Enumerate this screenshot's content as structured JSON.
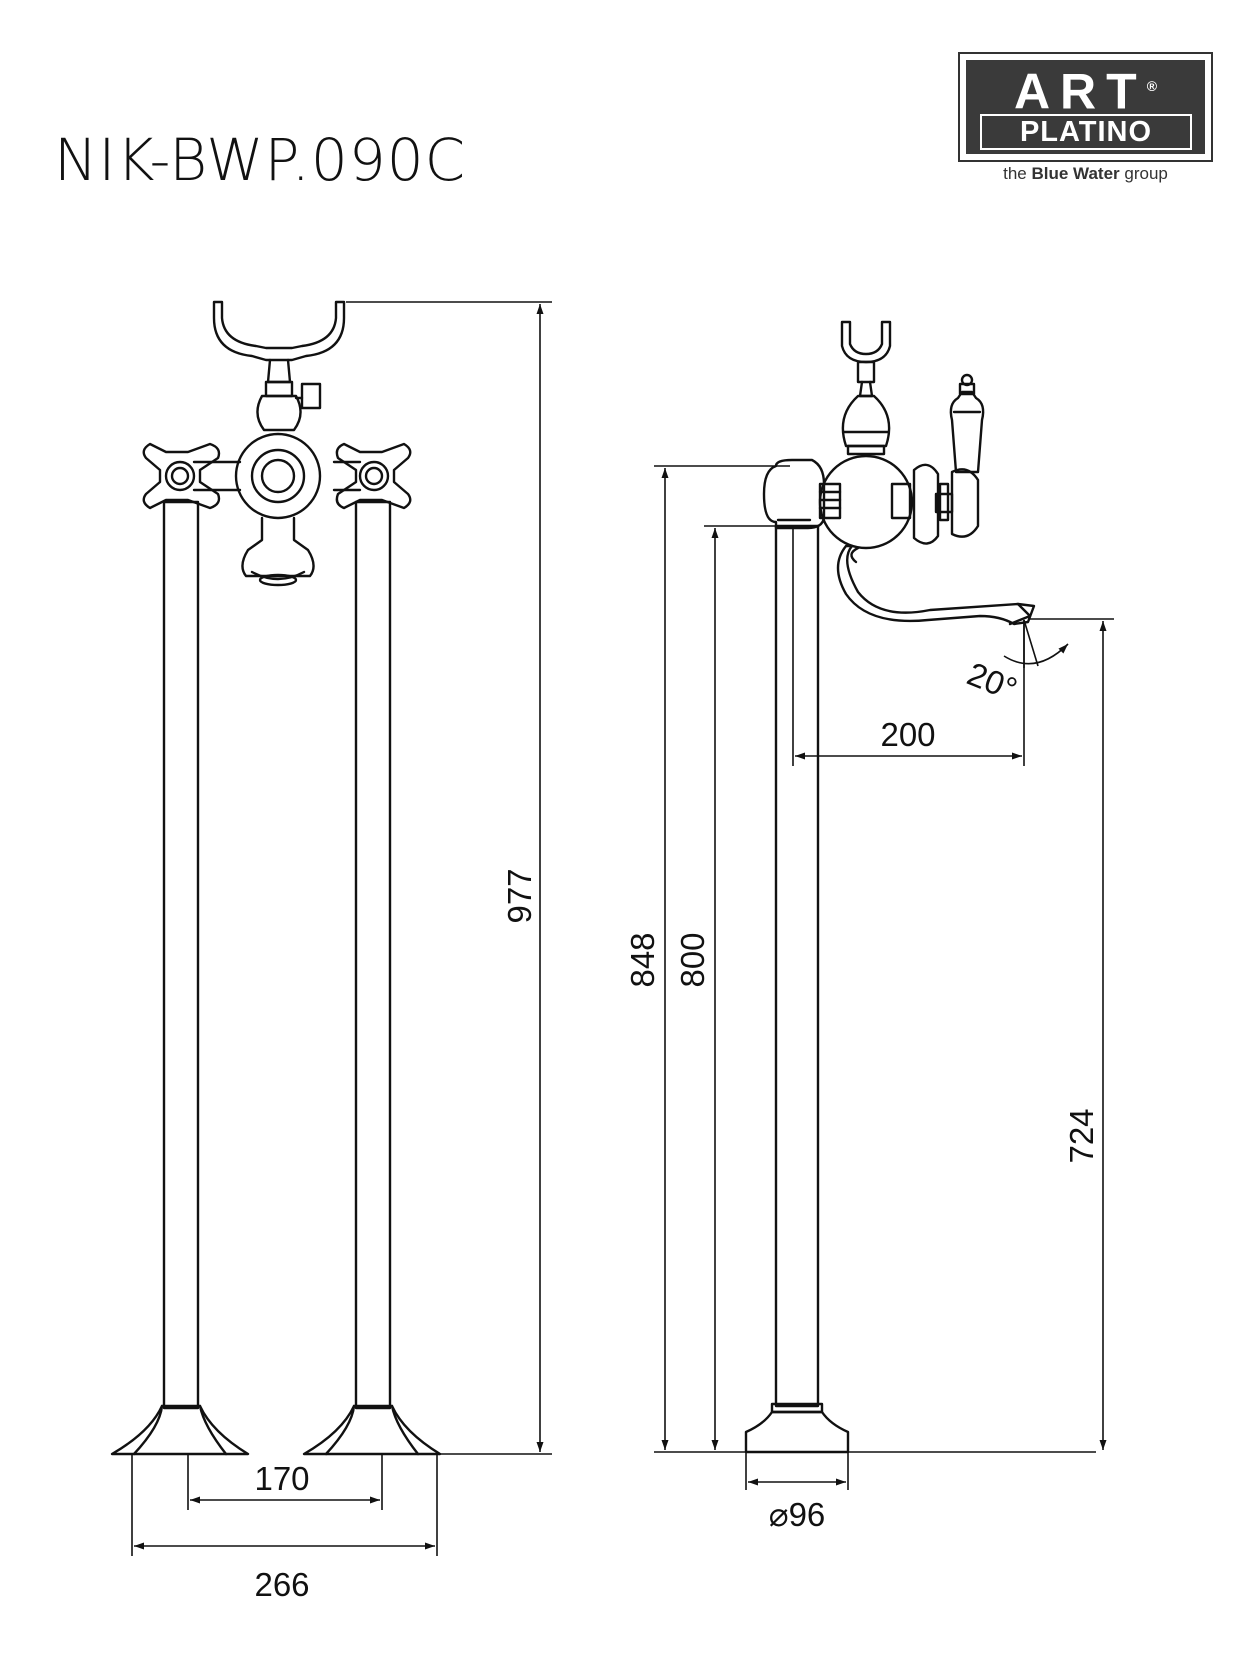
{
  "title": "NIK-BWP.090C",
  "logo": {
    "line1": "ART",
    "registered": "®",
    "line2": "PLATINO",
    "tagline_pre": "the",
    "tagline_bold": "Blue Water",
    "tagline_post": "group"
  },
  "dimensions": {
    "overall_height": "977",
    "leg_spacing": "170",
    "base_width": "266",
    "side_height": "848",
    "column_height": "800",
    "spout_reach": "200",
    "spout_height": "724",
    "spout_angle": "20°",
    "base_diameter": "⌀96"
  },
  "colors": {
    "line": "#111111",
    "logo_fill": "#3a3a3a"
  }
}
